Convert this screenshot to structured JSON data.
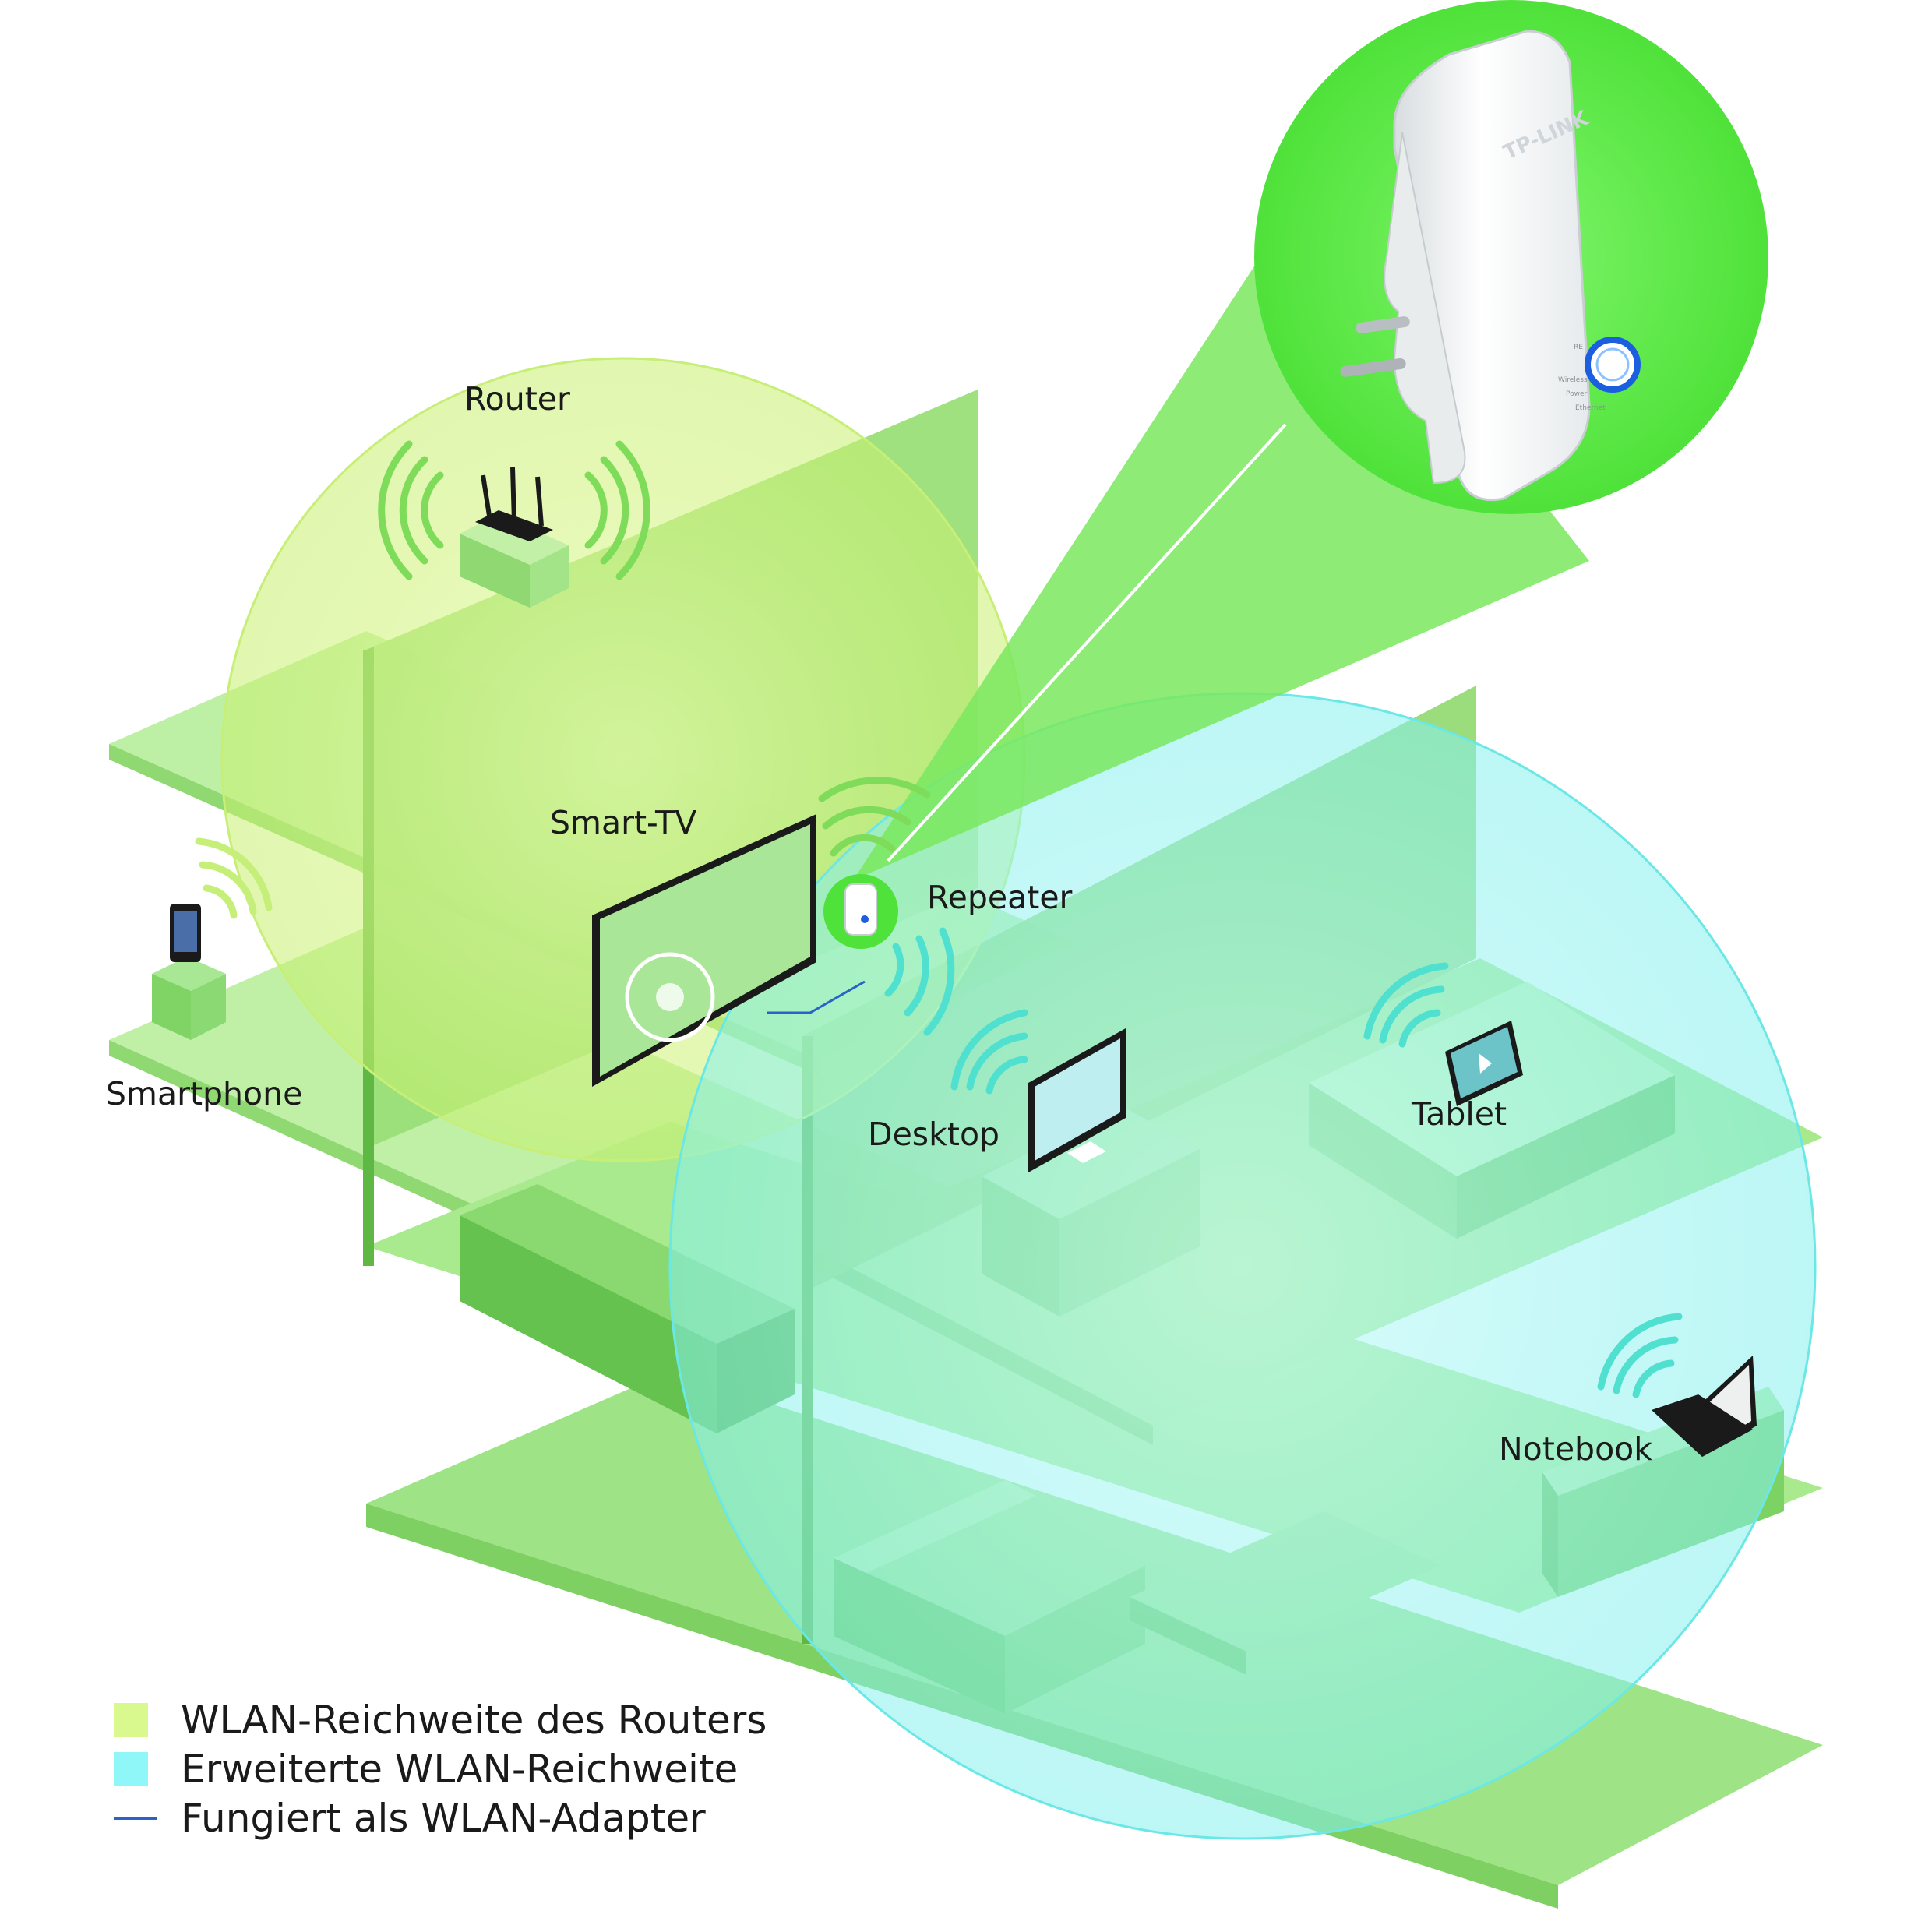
{
  "labels": {
    "router": "Router",
    "smart_tv": "Smart-TV",
    "repeater": "Repeater",
    "smartphone": "Smartphone",
    "desktop": "Desktop",
    "tablet": "Tablet",
    "notebook": "Notebook"
  },
  "product": {
    "brand": "TP-LINK",
    "indicators": [
      "RE",
      "Wireless",
      "Power",
      "Ethernet"
    ]
  },
  "legend": [
    {
      "text": "WLAN-Reichweite des Routers",
      "color": "#d9f98f",
      "kind": "swatch"
    },
    {
      "text": "Erweiterte WLAN-Reichweite",
      "color": "#8ff7f7",
      "kind": "swatch"
    },
    {
      "text": "Fungiert als WLAN-Adapter",
      "color": "#2a62c9",
      "kind": "line"
    }
  ],
  "colors": {
    "floor": "#a6e88d",
    "wall": "#92d970",
    "furniture": "#6fcf5a",
    "router_range": "#d6f58a",
    "extended_range": "#8ff5f5",
    "zoom_circle": "#5ef046",
    "wifi_green": "#7fdc5a",
    "wifi_cyan": "#4fe0d0",
    "adapter_line": "#2a62c9"
  },
  "icons": [
    "router-icon",
    "repeater-icon",
    "smartphone-icon",
    "tv-icon",
    "desktop-icon",
    "tablet-icon",
    "laptop-icon",
    "wifi-signal-icon"
  ]
}
